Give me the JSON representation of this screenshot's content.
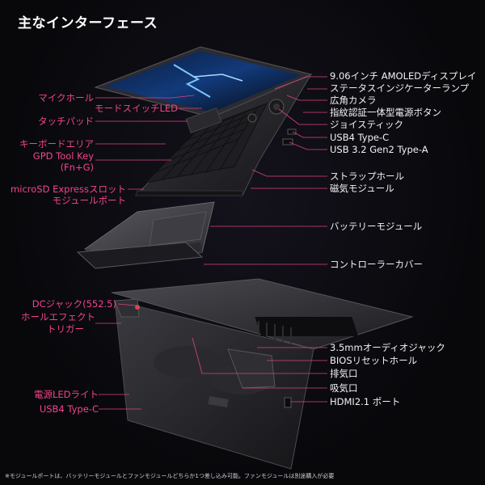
{
  "title": "主なインターフェース",
  "labels_right": [
    "9.06インチ AMOLEDディスプレイ",
    "ステータスインジケーターランプ",
    "広角カメラ",
    "指紋認証一体型電源ボタン",
    "ジョイスティック",
    "USB4 Type-C",
    "USB 3.2 Gen2 Type-A",
    "ストラップホール",
    "磁気モジュール",
    "バッテリーモジュール",
    "コントローラーカバー",
    "3.5mmオーディオジャック",
    "BIOSリセットホール",
    "排気口",
    "吸気口",
    "HDMI2.1 ポート"
  ],
  "labels_left": [
    "マイクホール",
    "モードスイッチLED",
    "タッチパッド",
    "キーボードエリア",
    "GPD Tool Key",
    "(Fn+G)",
    "microSD Expressスロット",
    "モジュールポート",
    "DCジャック(552.5)",
    "ホールエフェクト",
    "トリガー",
    "電源LEDライト",
    "USB4 Type-C"
  ],
  "footnote": "※モジュールポートは、バッテリーモジュールとファンモジュールどちらか1つ差し込み可能。ファンモジュールは別途購入が必要",
  "colors": {
    "accent": "#f0448f",
    "background": "#0a0a0f",
    "text": "#f2f2f2"
  }
}
